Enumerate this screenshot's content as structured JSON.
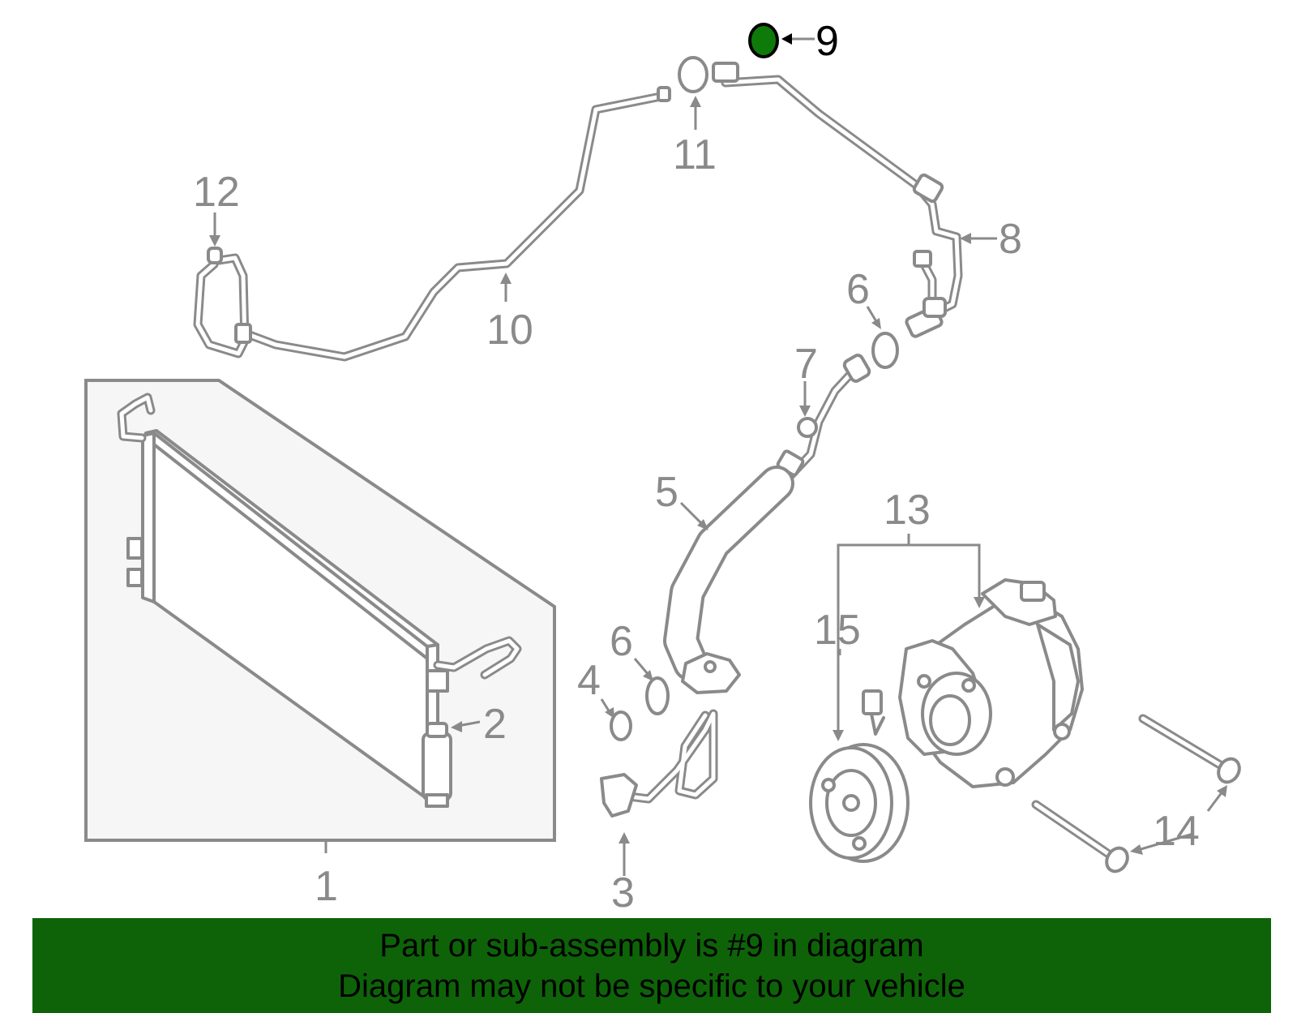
{
  "callouts": {
    "c1": "1",
    "c2": "2",
    "c3": "3",
    "c4": "4",
    "c5": "5",
    "c6a": "6",
    "c6b": "6",
    "c7": "7",
    "c8": "8",
    "c9": "9",
    "c10": "10",
    "c11": "11",
    "c12": "12",
    "c13": "13",
    "c14": "14",
    "c15": "15"
  },
  "banner": {
    "line1": "Part or sub-assembly is #9 in diagram",
    "line2": "Diagram may not be specific to your vehicle"
  },
  "colors": {
    "banner_bg": "#0e6308",
    "banner_text": "#000000",
    "highlight_part": "#0e7a0a",
    "line_art": "#8a8a8a",
    "panel_fill": "#f6f6f6"
  }
}
